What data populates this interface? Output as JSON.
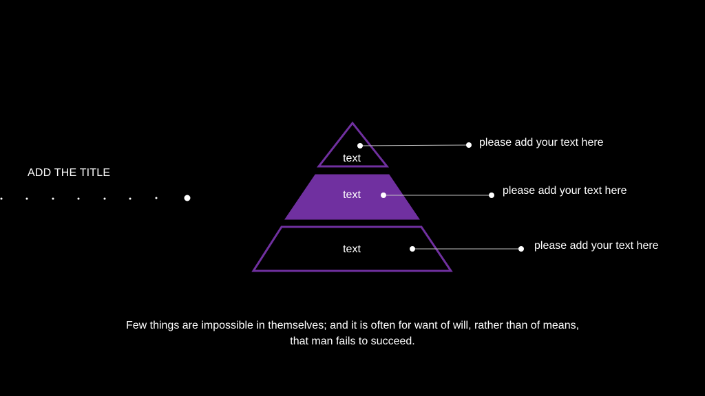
{
  "slide": {
    "title": "ADD THE TITLE",
    "accent_color": "#7030a0",
    "background_color": "#000000"
  },
  "pyramid": {
    "tiers": [
      {
        "label": "text",
        "style": "outline"
      },
      {
        "label": "text",
        "style": "filled"
      },
      {
        "label": "text",
        "style": "outline"
      }
    ]
  },
  "callouts": [
    {
      "text": "please add your text here"
    },
    {
      "text": "please add your text here"
    },
    {
      "text": "please add your text here"
    }
  ],
  "quote": {
    "line1": "Few things are impossible in themselves; and it is often for want of will, rather than of means,",
    "line2": "that man fails to succeed."
  }
}
